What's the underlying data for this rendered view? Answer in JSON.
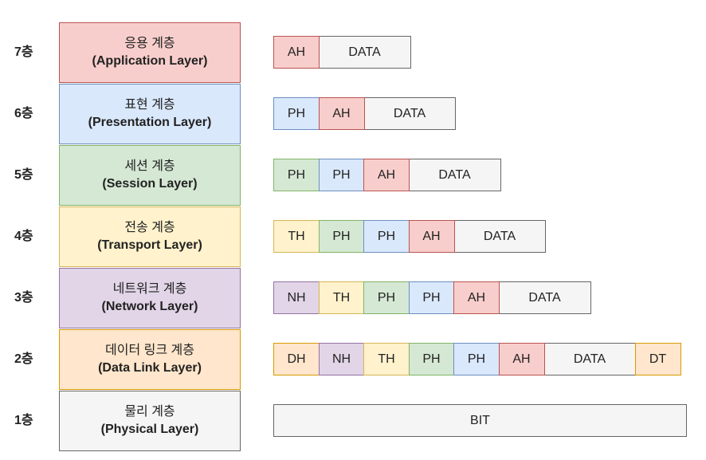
{
  "colors": {
    "red": {
      "fill": "#f8cecc",
      "stroke": "#b85450"
    },
    "blue": {
      "fill": "#dae8fc",
      "stroke": "#6c8ebf"
    },
    "green": {
      "fill": "#d5e8d4",
      "stroke": "#82b366"
    },
    "yellow": {
      "fill": "#fff2cc",
      "stroke": "#d6b656"
    },
    "purple": {
      "fill": "#e1d5e7",
      "stroke": "#9673a6"
    },
    "orange": {
      "fill": "#ffe6cc",
      "stroke": "#d79b00"
    },
    "gray": {
      "fill": "#f5f5f5",
      "stroke": "#666666"
    }
  },
  "layers": [
    {
      "level": "7층",
      "ko": "응용 계층",
      "en": "(Application Layer)",
      "color": "red",
      "cells": [
        {
          "text": "AH",
          "color": "red"
        },
        {
          "text": "DATA",
          "color": "gray"
        }
      ]
    },
    {
      "level": "6층",
      "ko": "표현 계층",
      "en": "(Presentation Layer)",
      "color": "blue",
      "cells": [
        {
          "text": "PH",
          "color": "blue"
        },
        {
          "text": "AH",
          "color": "red"
        },
        {
          "text": "DATA",
          "color": "gray"
        }
      ]
    },
    {
      "level": "5층",
      "ko": "세션 계층",
      "en": "(Session Layer)",
      "color": "green",
      "cells": [
        {
          "text": "PH",
          "color": "green"
        },
        {
          "text": "PH",
          "color": "blue"
        },
        {
          "text": "AH",
          "color": "red"
        },
        {
          "text": "DATA",
          "color": "gray"
        }
      ]
    },
    {
      "level": "4층",
      "ko": "전송 계층",
      "en": "(Transport Layer)",
      "color": "yellow",
      "cells": [
        {
          "text": "TH",
          "color": "yellow"
        },
        {
          "text": "PH",
          "color": "green"
        },
        {
          "text": "PH",
          "color": "blue"
        },
        {
          "text": "AH",
          "color": "red"
        },
        {
          "text": "DATA",
          "color": "gray"
        }
      ]
    },
    {
      "level": "3층",
      "ko": "네트워크 계층",
      "en": "(Network Layer)",
      "color": "purple",
      "cells": [
        {
          "text": "NH",
          "color": "purple"
        },
        {
          "text": "TH",
          "color": "yellow"
        },
        {
          "text": "PH",
          "color": "green"
        },
        {
          "text": "PH",
          "color": "blue"
        },
        {
          "text": "AH",
          "color": "red"
        },
        {
          "text": "DATA",
          "color": "gray"
        }
      ]
    },
    {
      "level": "2층",
      "ko": "데이터 링크 계층",
      "en": "(Data Link Layer)",
      "color": "orange",
      "cells": [
        {
          "text": "DH",
          "color": "orange"
        },
        {
          "text": "NH",
          "color": "purple"
        },
        {
          "text": "TH",
          "color": "yellow"
        },
        {
          "text": "PH",
          "color": "green"
        },
        {
          "text": "PH",
          "color": "blue"
        },
        {
          "text": "AH",
          "color": "red"
        },
        {
          "text": "DATA",
          "color": "gray"
        },
        {
          "text": "DT",
          "color": "orange"
        }
      ]
    },
    {
      "level": "1층",
      "ko": "물리 계층",
      "en": "(Physical Layer)",
      "color": "gray",
      "cells": [
        {
          "text": "BIT",
          "color": "gray"
        }
      ]
    }
  ]
}
